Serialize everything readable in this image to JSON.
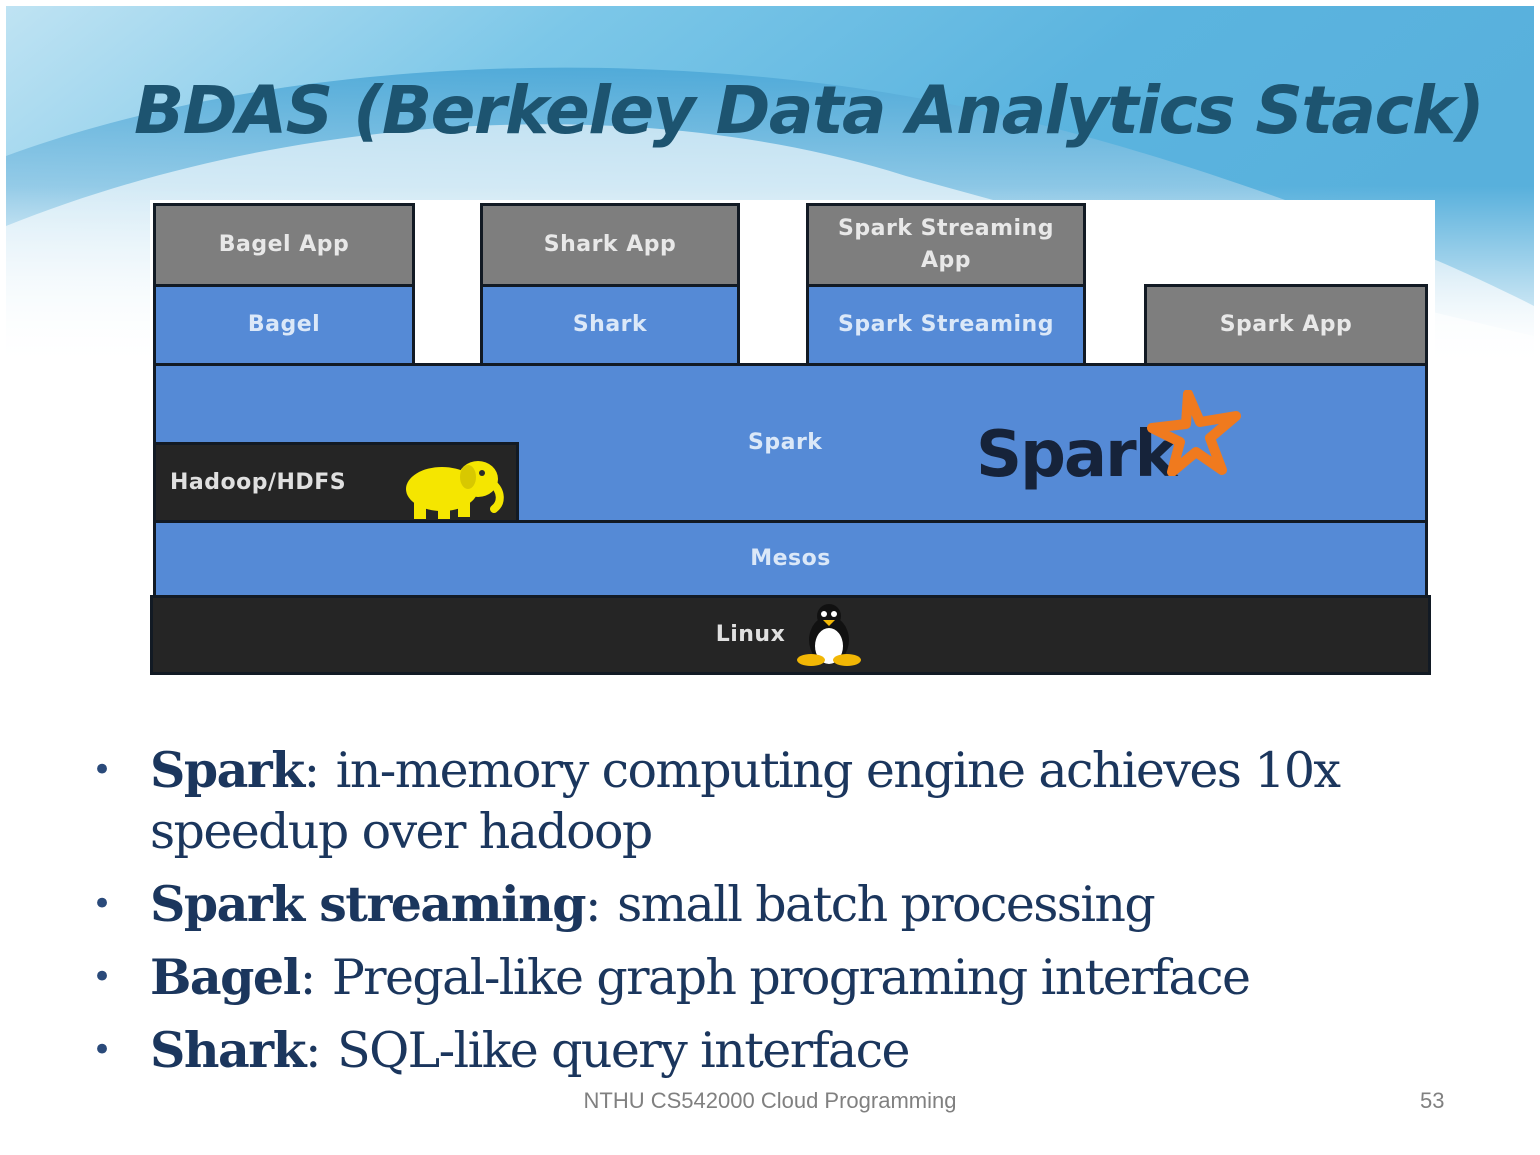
{
  "slide": {
    "title": "BDAS (Berkeley Data Analytics Stack)",
    "colors": {
      "title": "#1d5470",
      "app_layer": "#7e7e7e",
      "framework_layer": "#558ad6",
      "base_layer": "#252525",
      "body_text": "#1b365d",
      "spark_star": "#f07a1e",
      "hadoop_elephant": "#f5e600"
    }
  },
  "diagram": {
    "apps": {
      "bagel_app": "Bagel App",
      "shark_app": "Shark App",
      "spark_streaming_app": "Spark Streaming App",
      "spark_app": "Spark App"
    },
    "frameworks": {
      "bagel": "Bagel",
      "shark": "Shark",
      "spark_streaming": "Spark Streaming"
    },
    "spark": "Spark",
    "spark_logo_text": "Spark",
    "hadoop": "Hadoop/HDFS",
    "mesos": "Mesos",
    "linux": "Linux",
    "icons": {
      "spark_logo": "spark-star-logo",
      "hadoop_logo": "yellow-elephant",
      "linux_logo": "tux-penguin"
    }
  },
  "bullets": [
    {
      "term": "Spark",
      "sep": ": ",
      "desc": "in-memory computing engine achieves 10x speedup over hadoop"
    },
    {
      "term": "Spark streaming",
      "sep": ": ",
      "desc": "small batch processing"
    },
    {
      "term": "Bagel",
      "sep": ": ",
      "desc": "Pregal-like graph programing interface"
    },
    {
      "term": "Shark",
      "sep": ": ",
      "desc": "SQL-like query interface"
    }
  ],
  "footer": {
    "text": "NTHU CS542000 Cloud Programming",
    "page_number": "53"
  }
}
